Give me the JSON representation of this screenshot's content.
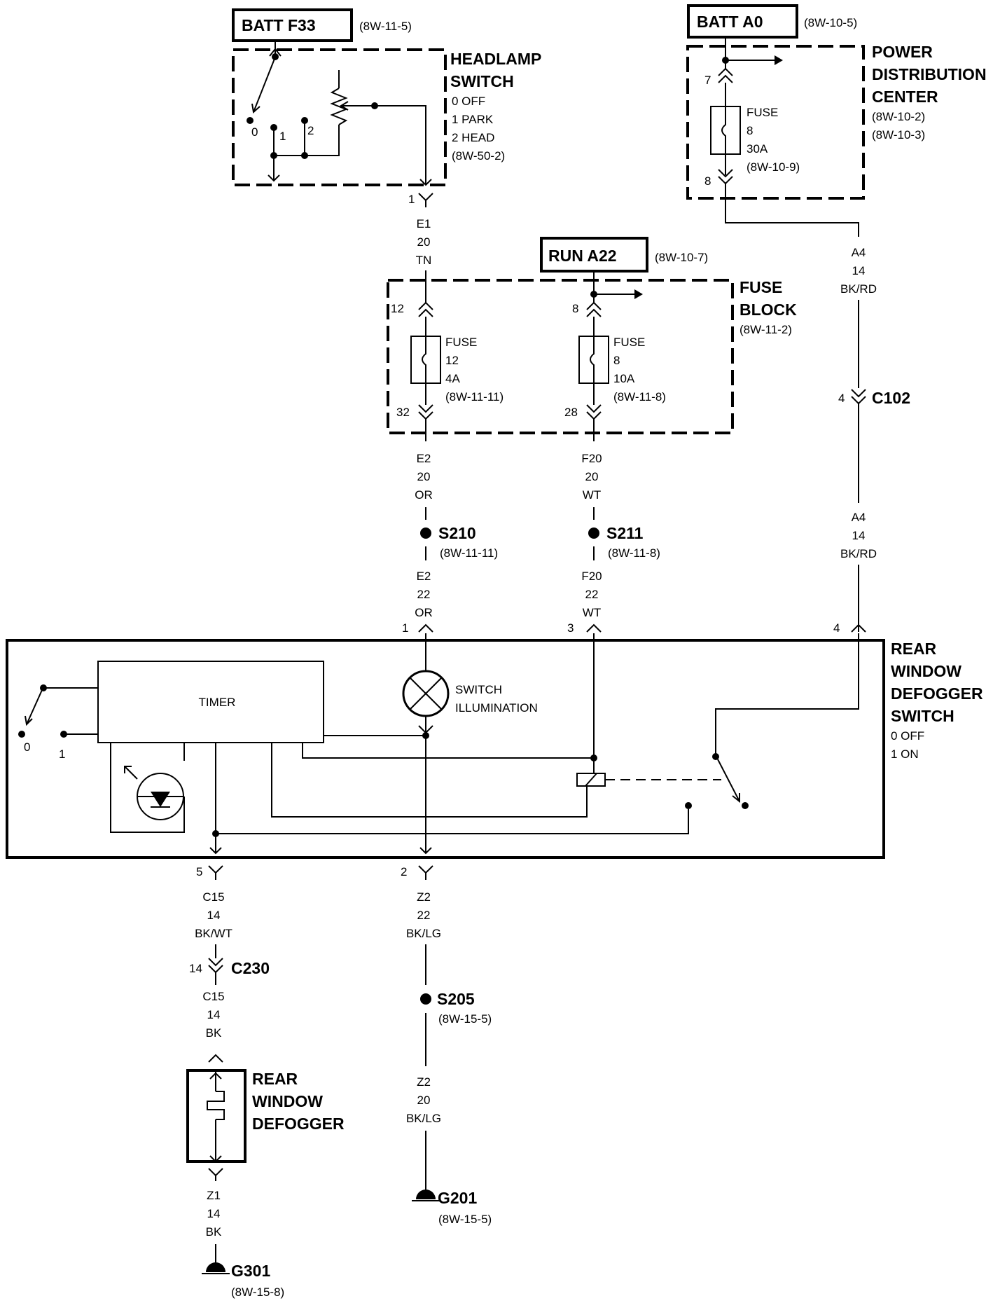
{
  "headlamp": {
    "source": "BATT F33",
    "source_ref": "(8W-11-5)",
    "title": [
      "HEADLAMP",
      "SWITCH"
    ],
    "positions": [
      "0 OFF",
      "1 PARK",
      "2 HEAD",
      "(8W-50-2)"
    ],
    "contacts": [
      "0",
      "1",
      "2"
    ],
    "pin": "1",
    "wire": [
      "E1",
      "20",
      "TN"
    ]
  },
  "pdc": {
    "source": "BATT A0",
    "source_ref": "(8W-10-5)",
    "title": [
      "POWER",
      "DISTRIBUTION",
      "CENTER"
    ],
    "refs": [
      "(8W-10-2)",
      "(8W-10-3)"
    ],
    "pin_in": "7",
    "pin_out": "8",
    "fuse": [
      "FUSE",
      "8",
      "30A",
      "(8W-10-9)"
    ],
    "wire": [
      "A4",
      "14",
      "BK/RD"
    ]
  },
  "fuse_block": {
    "source": "RUN A22",
    "source_ref": "(8W-10-7)",
    "title": [
      "FUSE",
      "BLOCK"
    ],
    "ref": "(8W-11-2)",
    "fuse12": {
      "pin_in": "12",
      "pin_out": "32",
      "label": [
        "FUSE",
        "12",
        "4A",
        "(8W-11-11)"
      ]
    },
    "fuse8": {
      "pin_in": "8",
      "pin_out": "28",
      "label": [
        "FUSE",
        "8",
        "10A",
        "(8W-11-8)"
      ]
    }
  },
  "c102": {
    "pin": "4",
    "name": "C102",
    "wire_below": [
      "A4",
      "14",
      "BK/RD"
    ]
  },
  "e2_upper": [
    "E2",
    "20",
    "OR"
  ],
  "e2_lower": [
    "E2",
    "22",
    "OR"
  ],
  "f20_upper": [
    "F20",
    "20",
    "WT"
  ],
  "f20_lower": [
    "F20",
    "22",
    "WT"
  ],
  "s210": {
    "name": "S210",
    "ref": "(8W-11-11)"
  },
  "s211": {
    "name": "S211",
    "ref": "(8W-11-8)"
  },
  "defogger_switch": {
    "title": [
      "REAR",
      "WINDOW",
      "DEFOGGER",
      "SWITCH"
    ],
    "positions": [
      "0 OFF",
      "1 ON"
    ],
    "timer": "TIMER",
    "lamp": [
      "SWITCH",
      "ILLUMINATION"
    ],
    "contacts": [
      "0",
      "1"
    ],
    "pins_top": [
      "1",
      "3",
      "4"
    ],
    "pins_bottom": [
      "5",
      "2"
    ]
  },
  "c15_upper": [
    "C15",
    "14",
    "BK/WT"
  ],
  "c230": {
    "pin": "14",
    "name": "C230"
  },
  "c15_lower": [
    "C15",
    "14",
    "BK"
  ],
  "rear_defogger": {
    "title": [
      "REAR",
      "WINDOW",
      "DEFOGGER"
    ]
  },
  "z1": [
    "Z1",
    "14",
    "BK"
  ],
  "g301": {
    "name": "G301",
    "ref": "(8W-15-8)"
  },
  "z2_upper": [
    "Z2",
    "22",
    "BK/LG"
  ],
  "s205": {
    "name": "S205",
    "ref": "(8W-15-5)"
  },
  "z2_lower": [
    "Z2",
    "20",
    "BK/LG"
  ],
  "g201": {
    "name": "G201",
    "ref": "(8W-15-5)"
  }
}
